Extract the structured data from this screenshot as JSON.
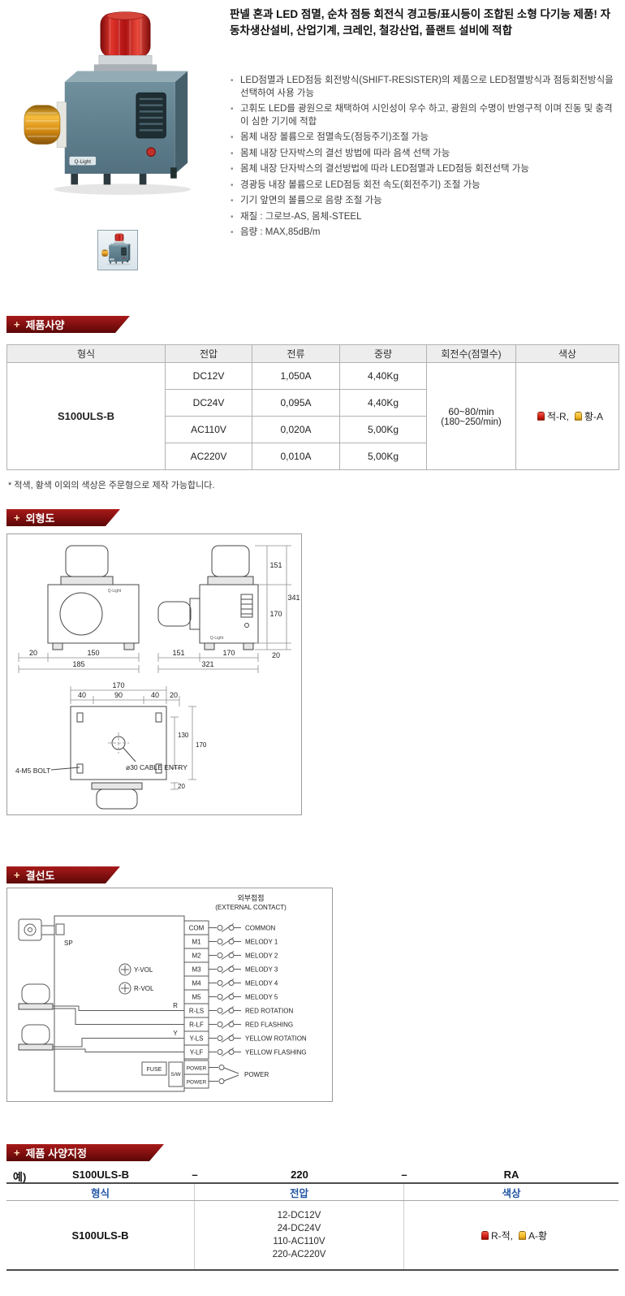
{
  "ui": {
    "plus": "+",
    "bullet": "•",
    "dash": "–",
    "example_label": "예)"
  },
  "product": {
    "brand": "Q-Light"
  },
  "intro": {
    "headline": "판넬 혼과 LED 점멸, 순차 점등 회전식 경고등/표시등이 조합된 소형 다기능 제품! 자동차생산설비, 산업기계, 크레인, 철강산업, 플랜트 설비에 적합",
    "bullets": [
      "LED점멸과 LED점등 회전방식(SHIFT-RESISTER)의 제품으로 LED점멸방식과 점등회전방식을 선택하여 사용 가능",
      "고휘도 LED를 광원으로 채택하여 시인성이 우수 하고, 광원의 수명이 반영구적 이며 진동 및 충격이 심한 기기에 적합",
      "몸체 내장 볼륨으로 점멸속도(점등주기)조절 가능",
      "몸체 내장 단자박스의 결선 방법에 따라 음색 선택 가능",
      "몸체 내장 단자박스의 결선방법에 따라 LED점멸과 LED점등 회전선택 가능",
      "경광등 내장 볼륨으로 LED점등 회전 속도(회전주기) 조절 가능",
      "기기 앞면의 볼륨으로 음량 조절 가능",
      "재질 : 그로브-AS, 몸체-STEEL",
      "음량 : MAX,85dB/m"
    ]
  },
  "sections": {
    "spec": "제품사양",
    "drawing": "외형도",
    "wiring": "결선도",
    "ordering": "제품 사양지정"
  },
  "spec_table": {
    "headers": [
      "형식",
      "전압",
      "전류",
      "중량",
      "회전수(점멸수)",
      "색상"
    ],
    "model": "S100ULS-B",
    "rows": [
      {
        "voltage": "DC12V",
        "current": "1,050A",
        "weight": "4,40Kg"
      },
      {
        "voltage": "DC24V",
        "current": "0,095A",
        "weight": "4,40Kg"
      },
      {
        "voltage": "AC110V",
        "current": "0,020A",
        "weight": "5,00Kg"
      },
      {
        "voltage": "AC220V",
        "current": "0,010A",
        "weight": "5,00Kg"
      }
    ],
    "rotation": "60~80/min",
    "rotation_sub": "(180~250/min)",
    "color_red": "적-R,",
    "color_yellow": "황-A",
    "note": "* 적색, 황색 이외의 색상은 주문형으로 제작 가능합니다."
  },
  "drawing": {
    "d20": "20",
    "d40": "40",
    "d90": "90",
    "d130": "130",
    "d150": "150",
    "d151": "151",
    "d170": "170",
    "d185": "185",
    "d321": "321",
    "d341": "341",
    "bolt_label": "4-M5 BOLT",
    "cable_label": "ø30 CABLE ENTRY"
  },
  "wiring": {
    "header_ko": "외부접점",
    "header_en": "(EXTERNAL CONTACT)",
    "sp": "SP",
    "y_vol": "Y-VOL",
    "r_vol": "R-VOL",
    "r_tag": "R",
    "y_tag": "Y",
    "fuse": "FUSE",
    "sw": "S/W",
    "power_terminal": "POWER",
    "power_label": "POWER",
    "terminals": [
      "COM",
      "M1",
      "M2",
      "M3",
      "M4",
      "M5",
      "R-LS",
      "R-LF",
      "Y-LS",
      "Y-LF"
    ],
    "contacts": [
      "COMMON",
      "MELODY 1",
      "MELODY 2",
      "MELODY 3",
      "MELODY 4",
      "MELODY 5",
      "RED ROTATION",
      "RED FLASHING",
      "YELLOW ROTATION",
      "YELLOW FLASHING"
    ]
  },
  "ordering": {
    "model": "S100ULS-B",
    "voltage_code": "220",
    "color_code": "RA",
    "headers": [
      "형식",
      "전압",
      "색상"
    ],
    "row_model": "S100ULS-B",
    "voltages": [
      "12-DC12V",
      "24-DC24V",
      "110-AC110V",
      "220-AC220V"
    ],
    "color_red": "R-적,",
    "color_yellow": "A-황"
  },
  "colors": {
    "section_header_red": "#7f0f0f",
    "ordering_header_blue": "#2457a4",
    "icon_red": "#e53228",
    "icon_yellow": "#f6c33c"
  }
}
